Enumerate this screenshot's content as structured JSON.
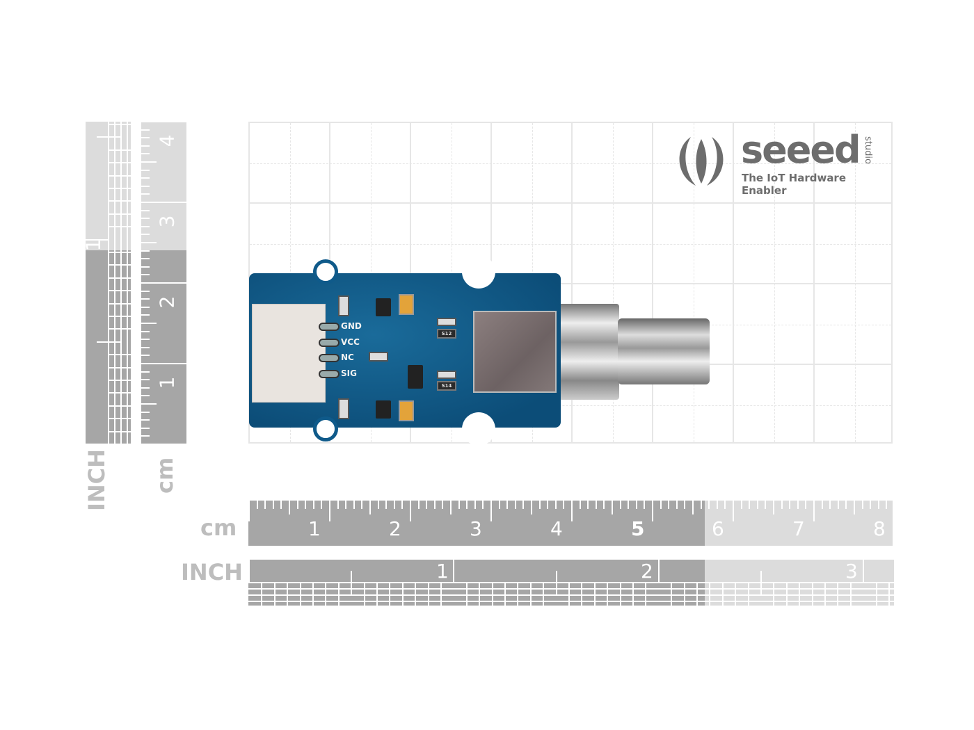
{
  "logo": {
    "brand": "seeed",
    "sub": "studio",
    "tagline": "The IoT Hardware Enabler"
  },
  "board": {
    "pin_labels": [
      "GND",
      "VCC",
      "NC",
      "SIG"
    ],
    "chip_marks": [
      "S12",
      "S14"
    ]
  },
  "rulers": {
    "horizontal_cm": {
      "unit": "cm",
      "numbers": [
        "1",
        "2",
        "3",
        "4",
        "5",
        "6",
        "7",
        "8"
      ],
      "highlight": "5"
    },
    "horizontal_inch": {
      "unit": "INCH",
      "numbers": [
        "1",
        "2",
        "3"
      ]
    },
    "vertical_cm": {
      "unit": "cm",
      "numbers": [
        "1",
        "2",
        "3",
        "4"
      ]
    },
    "vertical_inch": {
      "unit": "INCH",
      "numbers": [
        "1"
      ]
    }
  },
  "colors": {
    "pcb": "#0f5a8a",
    "ruler_dark": "#a6a6a6",
    "ruler_light": "#dcdcdc",
    "logo": "#6d6d6d"
  }
}
